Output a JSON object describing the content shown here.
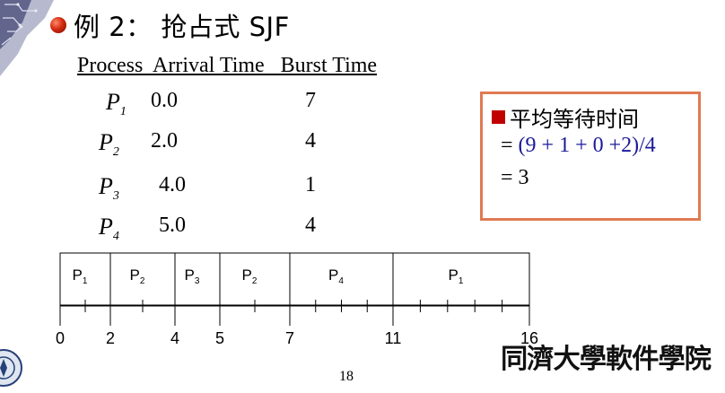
{
  "slide": {
    "title": "例 2： 抢占式 SJF",
    "header": "Process  Arrival Time   Burst Time",
    "processes": [
      {
        "name": "P",
        "sub": "1",
        "arrival": "0.0",
        "burst": "7"
      },
      {
        "name": "P",
        "sub": "2",
        "arrival": "2.0",
        "burst": "4"
      },
      {
        "name": "P",
        "sub": "3",
        "arrival": "4.0",
        "burst": "1"
      },
      {
        "name": "P",
        "sub": "4",
        "arrival": "5.0",
        "burst": "4"
      }
    ],
    "avg_box": {
      "title": "平均等待时间",
      "formula_prefix": "= ",
      "formula": "(9 + 1 + 0 +2)/4",
      "result": "= 3"
    },
    "gantt": {
      "segments": [
        {
          "name": "P",
          "sub": "1",
          "start": 0,
          "end": 2
        },
        {
          "name": "P",
          "sub": "2",
          "start": 2,
          "end": 4
        },
        {
          "name": "P",
          "sub": "3",
          "start": 4,
          "end": 5
        },
        {
          "name": "P",
          "sub": "2",
          "start": 5,
          "end": 7
        },
        {
          "name": "P",
          "sub": "4",
          "start": 7,
          "end": 11
        },
        {
          "name": "P",
          "sub": "1",
          "start": 11,
          "end": 16
        }
      ],
      "axis_labels": [
        "0",
        "2",
        "4",
        "5",
        "7",
        "11",
        "16"
      ],
      "axis_values": [
        0,
        2,
        4,
        5,
        7,
        11,
        16
      ],
      "minor_ticks": [
        1,
        3,
        6,
        8,
        9,
        10,
        12,
        13,
        14,
        15
      ]
    },
    "logo_text": "同濟大學軟件學院",
    "page_number": "18",
    "colors": {
      "accent_border": "#e07a52",
      "bullet_red": "#c00000",
      "formula_blue": "#1a1a9a"
    }
  }
}
